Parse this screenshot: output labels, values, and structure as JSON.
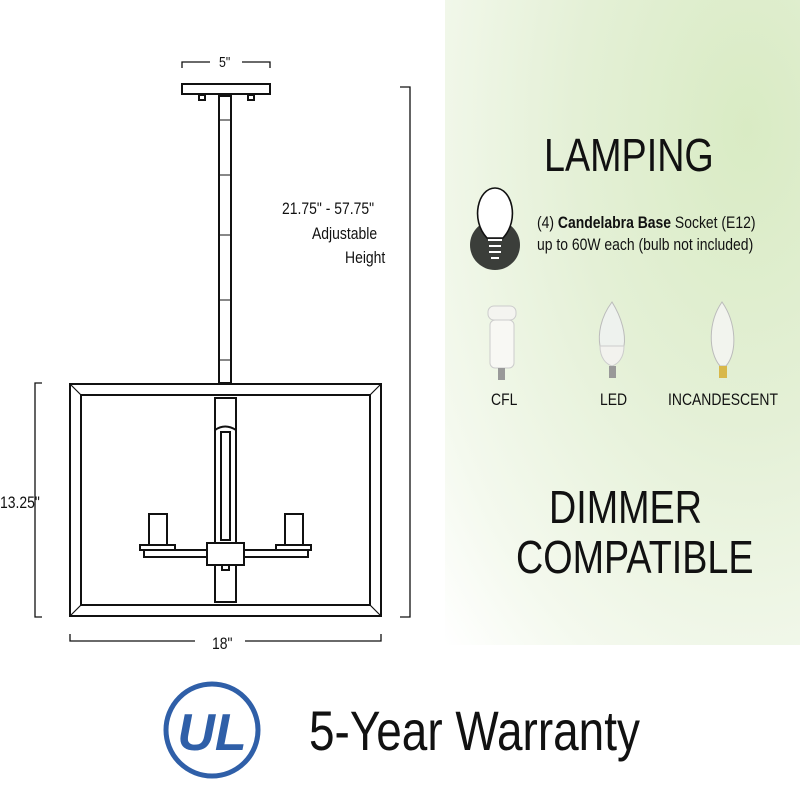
{
  "dimensions": {
    "canopy_width": "5\"",
    "height_range": "21.75\" - 57.75\"",
    "adjustable": "Adjustable",
    "height_word": "Height",
    "frame_height": "13.25\"",
    "frame_width": "18\""
  },
  "lamping": {
    "title": "LAMPING",
    "socket_count": "(4)",
    "socket_type": "Candelabra Base",
    "socket_suffix": "Socket (E12)",
    "wattage": "up to 60W each (bulb not included)",
    "bulbs": [
      {
        "label": "CFL"
      },
      {
        "label": "LED"
      },
      {
        "label": "INCANDESCENT"
      }
    ]
  },
  "dimmer": {
    "line1": "DIMMER",
    "line2": "COMPATIBLE"
  },
  "certification": {
    "logo_text": "UL",
    "brand_color": "#2f5fa8"
  },
  "warranty": "5-Year Warranty",
  "colors": {
    "panel_green": "#dcedc8",
    "icon_dark": "#3b3e3a"
  }
}
